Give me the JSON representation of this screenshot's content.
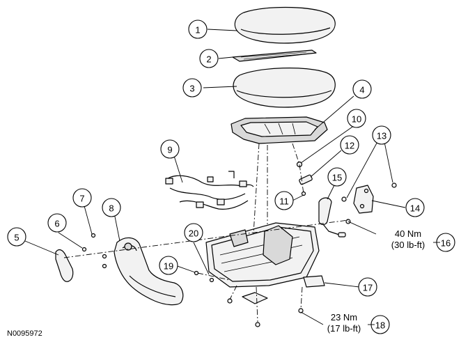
{
  "figure_id": "N0095972",
  "callouts": [
    "1",
    "2",
    "3",
    "4",
    "5",
    "6",
    "7",
    "8",
    "9",
    "10",
    "11",
    "12",
    "13",
    "14",
    "15",
    "16",
    "17",
    "18",
    "19",
    "20"
  ],
  "torque_specs": [
    {
      "callout": "16",
      "nm": "40 Nm",
      "lbft": "(30 lb-ft)"
    },
    {
      "callout": "18",
      "nm": "23 Nm",
      "lbft": "(17 lb-ft)"
    }
  ],
  "colors": {
    "line": "#000000",
    "fill": "#f2f2f2",
    "shade": "#d9d9d9",
    "background": "#ffffff"
  }
}
